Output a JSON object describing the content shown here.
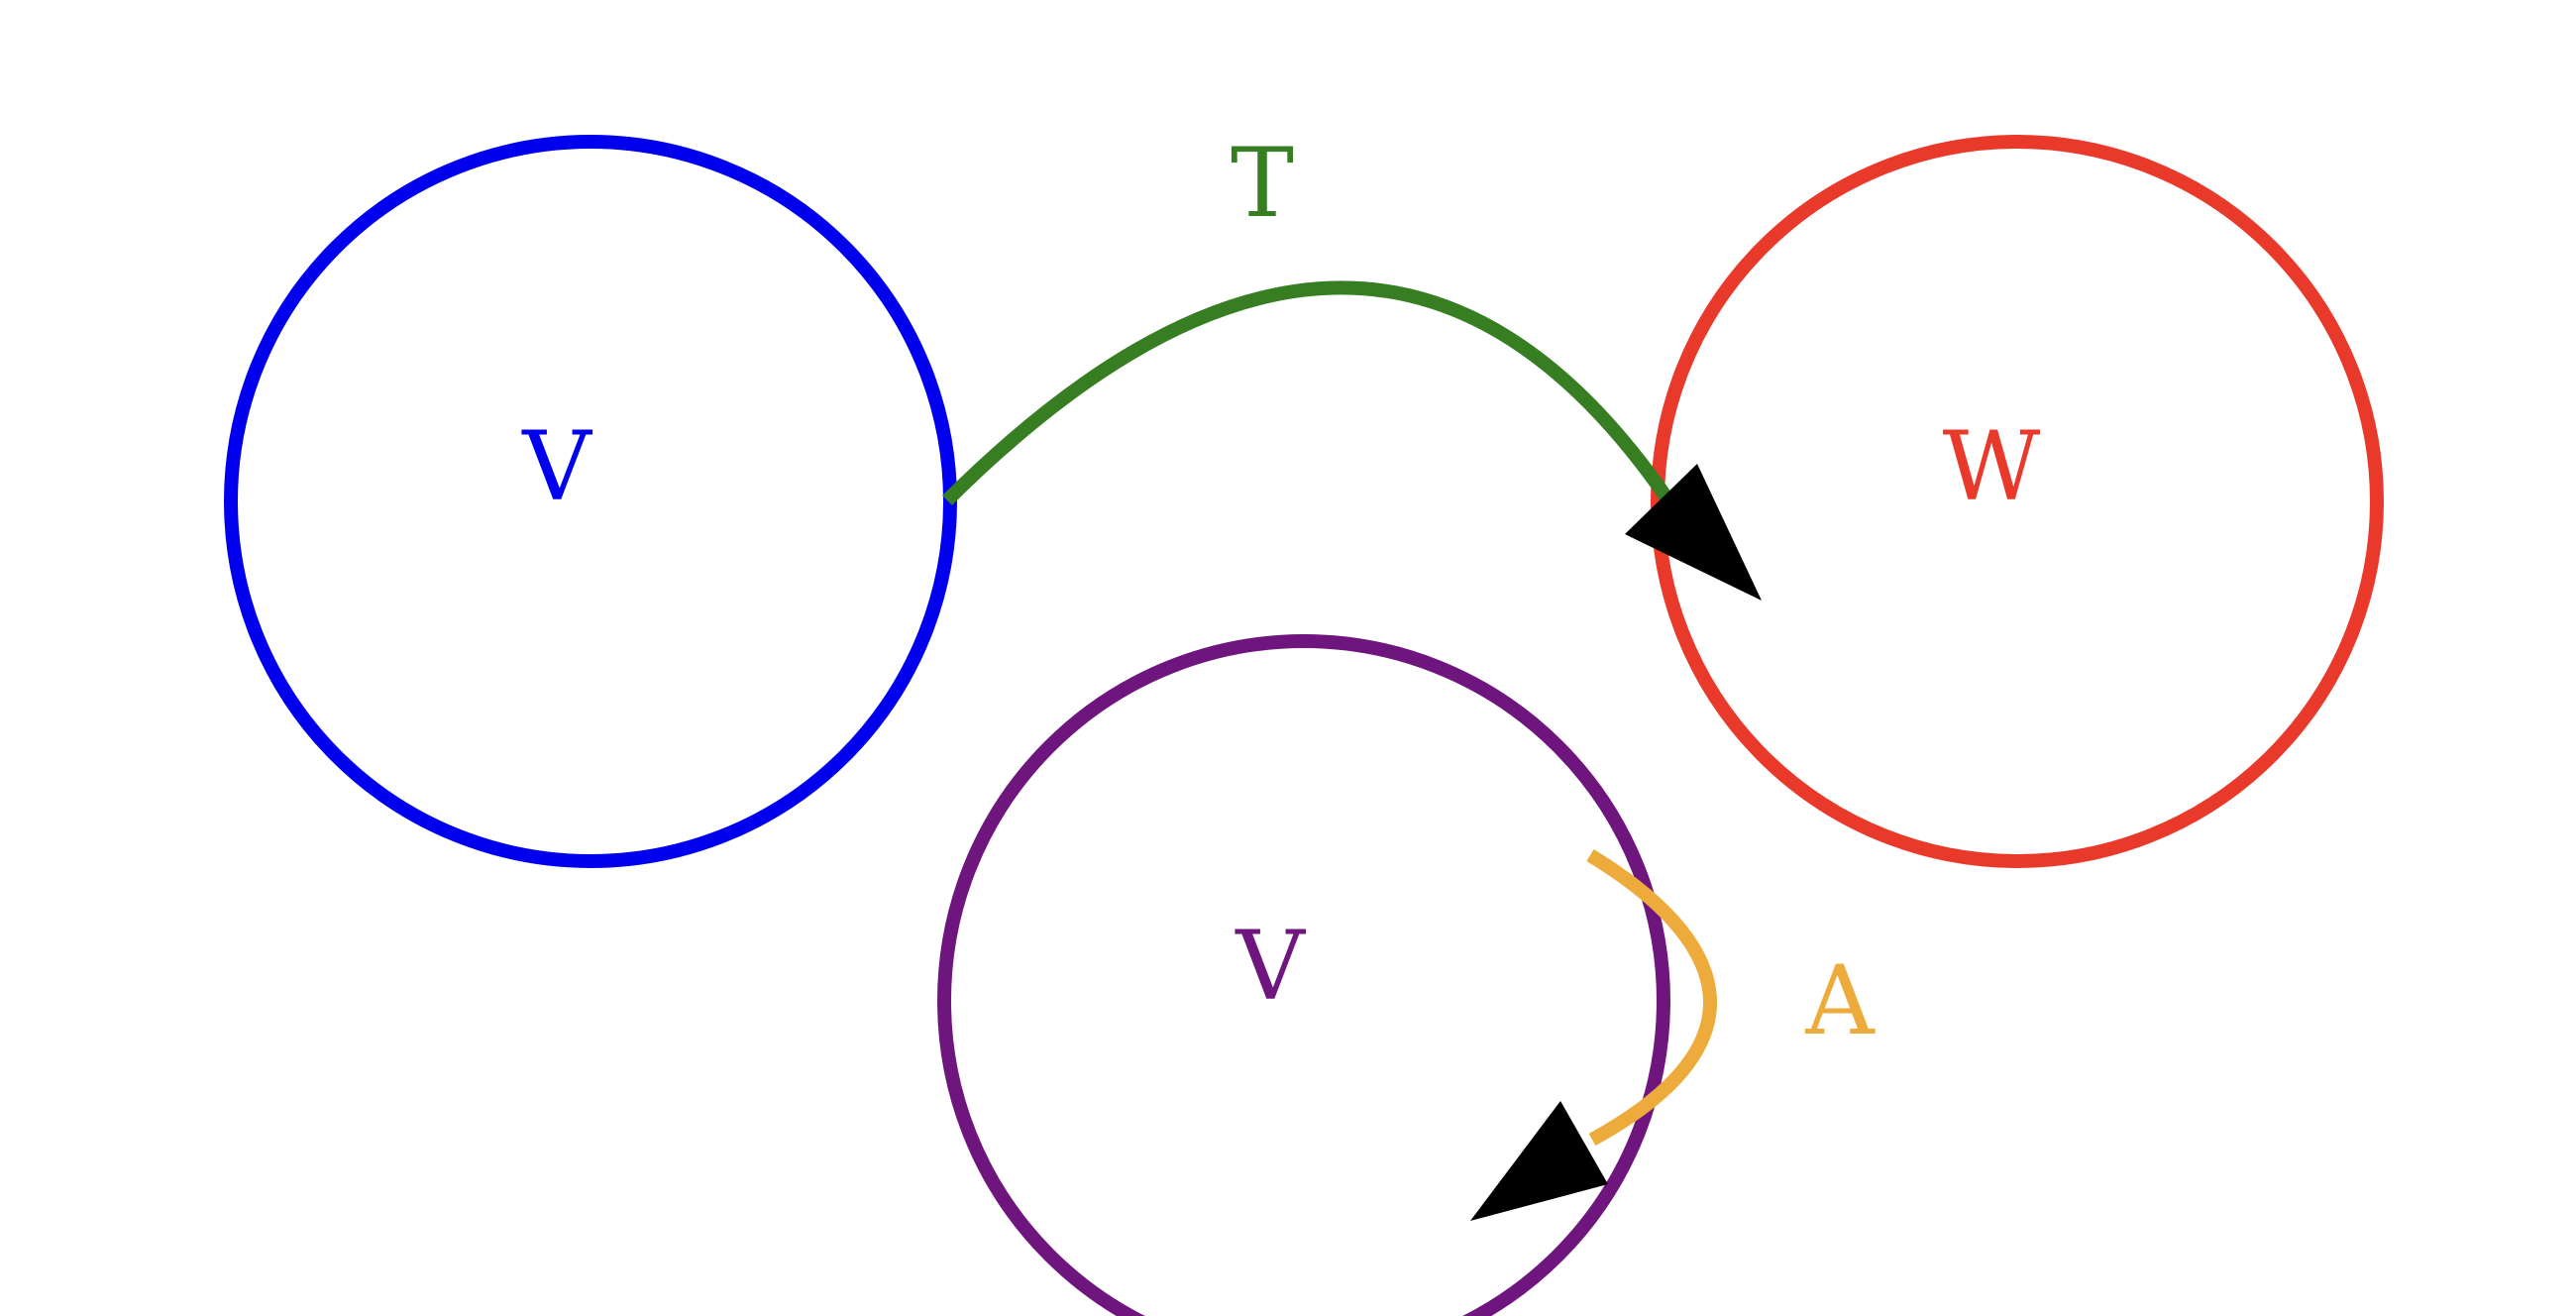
{
  "diagram": {
    "nodes": [
      {
        "id": "v1",
        "label": "V",
        "color": "#0000ee"
      },
      {
        "id": "w",
        "label": "W",
        "color": "#e8392b"
      },
      {
        "id": "v2",
        "label": "V",
        "color": "#6e157e"
      }
    ],
    "edges": [
      {
        "id": "t",
        "label": "T",
        "from": "v1",
        "to": "w",
        "color": "#377e22",
        "arrow_color": "#000000"
      },
      {
        "id": "a",
        "label": "A",
        "from": "v2",
        "to": "v2",
        "color": "#edab3b",
        "arrow_color": "#000000"
      }
    ]
  }
}
